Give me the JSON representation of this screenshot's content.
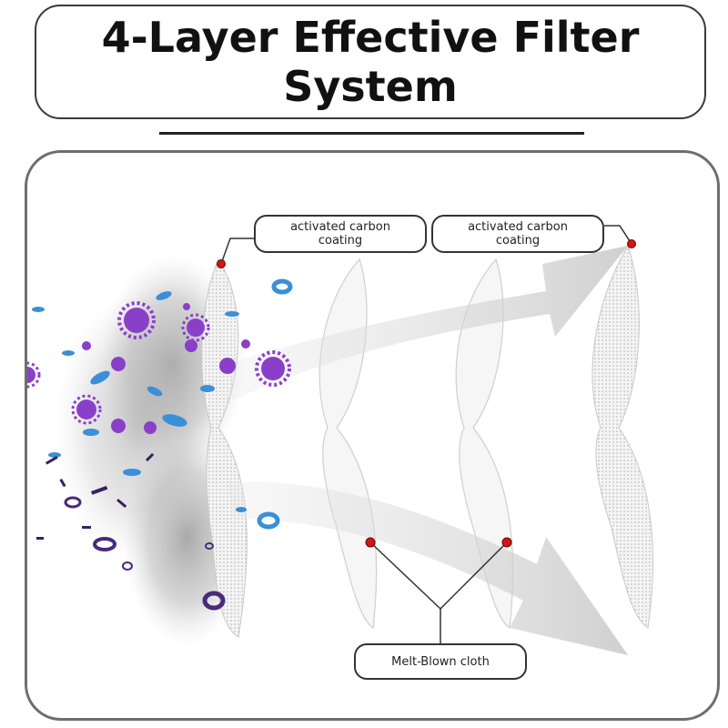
{
  "title": "4-Layer Effective Filter System",
  "callouts": {
    "carbon_left": "activated carbon coating",
    "carbon_right": "activated carbon coating",
    "melt_blown": "Melt-Blown cloth"
  },
  "colors": {
    "virus": "#8a3fc9",
    "particle_blue": "#3b8fd8",
    "ring_purple": "#4a2a7a",
    "marker_red": "#d01818",
    "arrow_gray": "#d4d4d4",
    "frame": "#6e6e6e"
  },
  "icons": [
    "virus-particle-icon",
    "dust-particle-icon",
    "filter-layer-icon",
    "airflow-arrow-icon",
    "marker-dot-icon"
  ]
}
